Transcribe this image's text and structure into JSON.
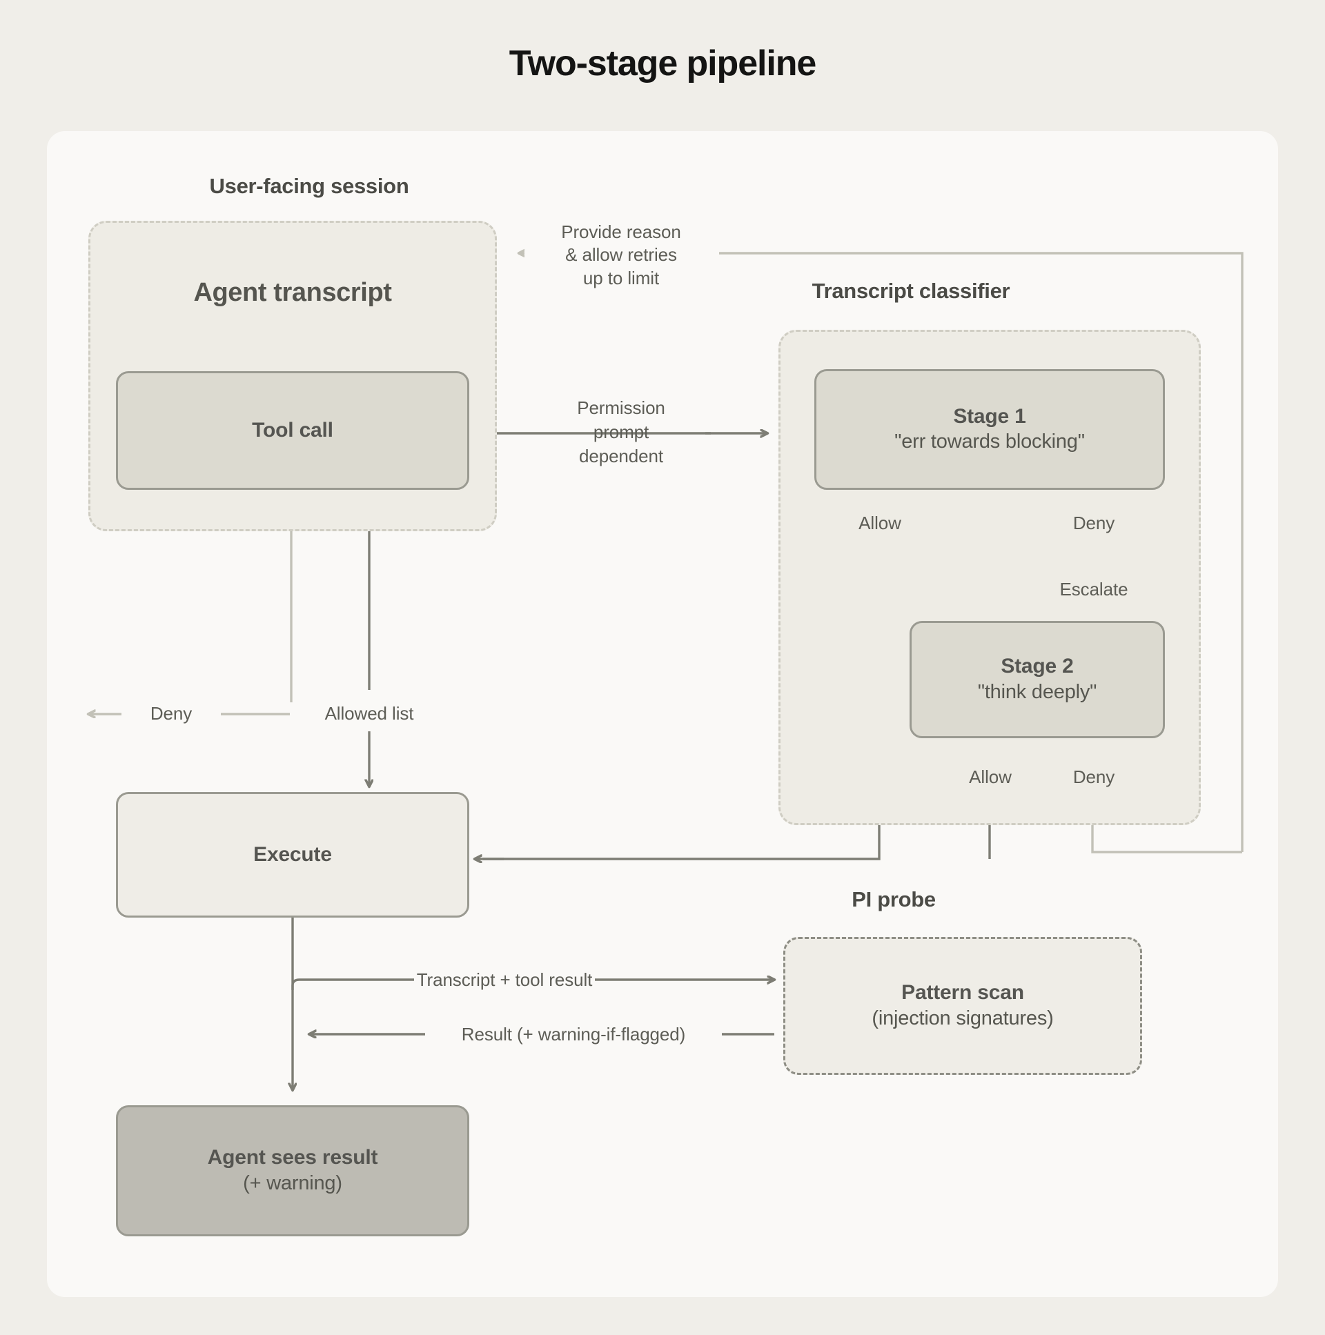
{
  "title": "Two-stage pipeline",
  "colors": {
    "page_background": "#f0eee9",
    "panel_background": "#faf9f7",
    "group_fill": "#eeece5",
    "group_border": "#cfcdc3",
    "node_fill_dark": "#dcdad0",
    "node_fill_light": "#efede7",
    "node_fill_darkest": "#bdbbb3",
    "node_border": "#9a9a91",
    "edge_strong": "#7d7d74",
    "edge_weak": "#c2c1b7",
    "text_heading": "#141413",
    "text_body": "#55554f"
  },
  "groups": {
    "user_session": {
      "label": "User-facing session",
      "inner_title": "Agent transcript"
    },
    "classifier": {
      "label": "Transcript classifier"
    },
    "pi_probe": {
      "label": "PI probe"
    }
  },
  "nodes": {
    "tool_call": {
      "title": "Tool call",
      "subtitle": ""
    },
    "stage1": {
      "title": "Stage 1",
      "subtitle": "\"err towards blocking\""
    },
    "stage2": {
      "title": "Stage 2",
      "subtitle": "\"think deeply\""
    },
    "execute": {
      "title": "Execute",
      "subtitle": ""
    },
    "pattern_scan": {
      "title": "Pattern scan",
      "subtitle": "(injection signatures)"
    },
    "agent_sees_result": {
      "title": "Agent sees result",
      "subtitle": "(+ warning)"
    }
  },
  "edges": {
    "retry_feedback_l1": "Provide reason",
    "retry_feedback_l2": "& allow retries",
    "retry_feedback_l3": "up to limit",
    "permission_l1": "Permission",
    "permission_l2": "prompt",
    "permission_l3": "dependent",
    "stage1_allow": "Allow",
    "stage1_deny": "Deny",
    "escalate": "Escalate",
    "stage2_allow": "Allow",
    "stage2_deny": "Deny",
    "tool_deny": "Deny",
    "allowed_list": "Allowed list",
    "to_probe": "Transcript + tool result",
    "from_probe": "Result (+ warning-if-flagged)"
  }
}
